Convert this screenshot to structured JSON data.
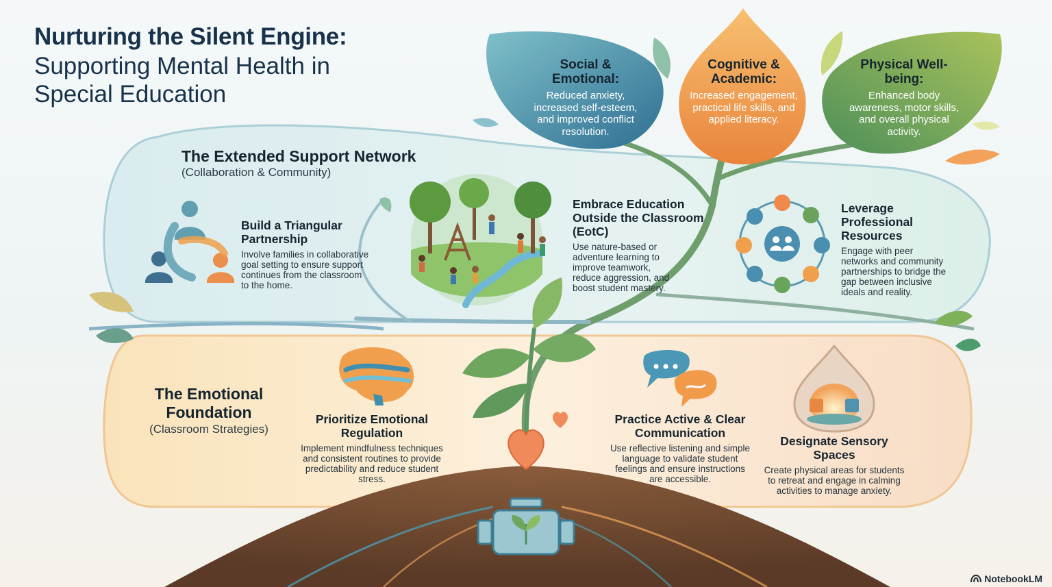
{
  "title": {
    "main": "Nurturing the Silent Engine:",
    "subtitle": "Supporting Mental Health in Special Education"
  },
  "leaves": [
    {
      "heading": "Social & Emotional:",
      "text": "Reduced anxiety, increased self-esteem, and improved conflict resolution.",
      "color": "#3f86a0"
    },
    {
      "heading": "Cognitive & Academic:",
      "text": "Increased engagement, practical life skills, and applied literacy.",
      "color": "#ec9a48"
    },
    {
      "heading": "Physical Well-being:",
      "text": "Enhanced body awareness, motor skills, and overall physical activity.",
      "color": "#6aa45c"
    }
  ],
  "support_network": {
    "heading": "The Extended Support Network",
    "subheading": "(Collaboration & Community)",
    "cards": [
      {
        "heading": "Build a Triangular Partnership",
        "text": "Involve families in collaborative goal setting to ensure support continues from the classroom to the home.",
        "icon": "family-partnership-icon"
      },
      {
        "heading": "Embrace Education Outside the Classroom (EotC)",
        "text": "Use nature-based or adventure learning to improve teamwork, reduce aggression, and boost student mastery.",
        "icon": "outdoor-learning-illustration"
      },
      {
        "heading": "Leverage Professional Resources",
        "text": "Engage with peer networks and community partnerships to bridge the gap between inclusive ideals and reality.",
        "icon": "network-hub-icon"
      }
    ]
  },
  "emotional_foundation": {
    "heading": "The Emotional Foundation",
    "subheading": "(Classroom Strategies)",
    "cards": [
      {
        "heading": "Prioritize Emotional Regulation",
        "text": "Implement mindfulness techniques and consistent routines to provide predictability and reduce student stress.",
        "icon": "brain-icon"
      },
      {
        "heading": "Practice Active & Clear Communication",
        "text": "Use reflective listening and simple language to validate student feelings and ensure instructions are accessible.",
        "icon": "speech-bubbles-icon"
      },
      {
        "heading": "Designate Sensory Spaces",
        "text": "Create physical areas for students to retreat and engage in calming activities to manage anxiety.",
        "icon": "sensory-space-icon"
      }
    ]
  },
  "brand": "NotebookLM",
  "colors": {
    "teal": "#3f86a0",
    "orange": "#ec9a48",
    "green": "#6aa45c",
    "title": "#17324a",
    "soil": "#6b4a33"
  }
}
